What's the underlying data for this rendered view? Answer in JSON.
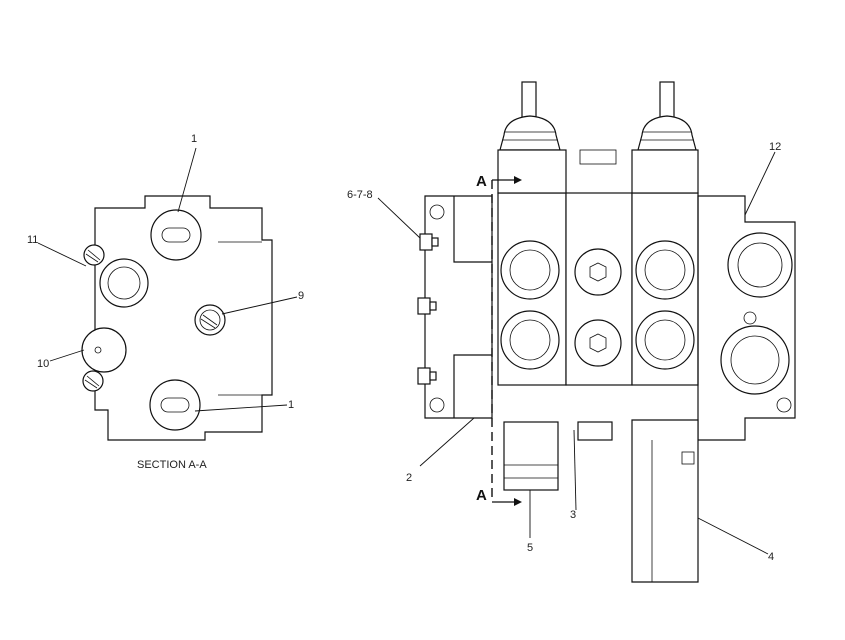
{
  "figure": {
    "section_label": "SECTION  A-A",
    "section_marker": "A",
    "callouts": {
      "c1_top": "1",
      "c1_bottom": "1",
      "c2": "2",
      "c3": "3",
      "c4": "4",
      "c5": "5",
      "c678": "6-7-8",
      "c9": "9",
      "c10": "10",
      "c11": "11",
      "c12": "12"
    }
  }
}
